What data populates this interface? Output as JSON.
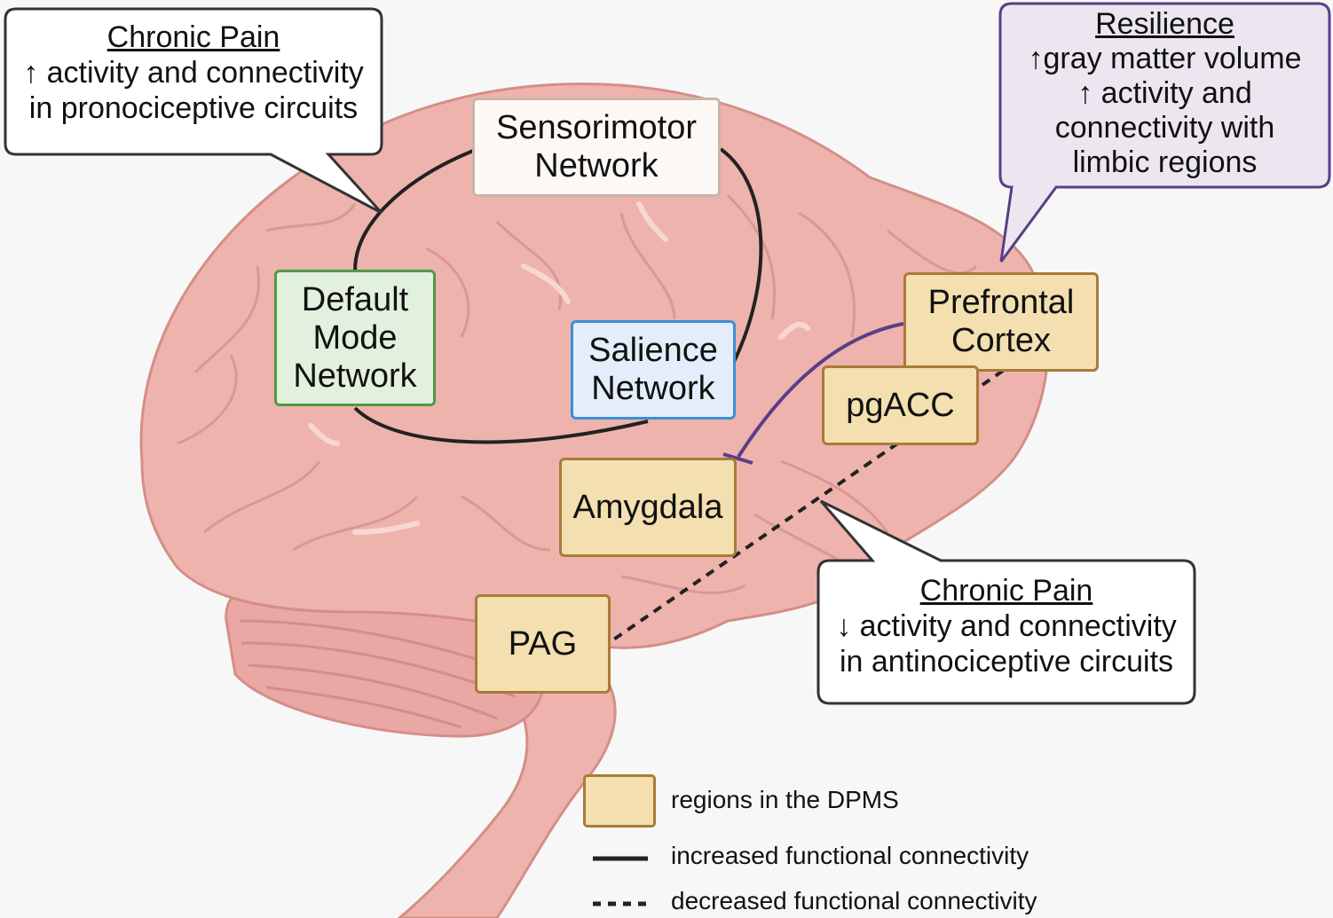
{
  "regions": {
    "sensorimotor": "Sensorimotor\nNetwork",
    "default_mode": "Default\nMode\nNetwork",
    "salience": "Salience\nNetwork",
    "prefrontal": "Prefrontal\nCortex",
    "pgacc": "pgACC",
    "amygdala": "Amygdala",
    "pag": "PAG"
  },
  "callouts": {
    "chronic_pain_top": {
      "title": "Chronic Pain",
      "arrow": "↑",
      "line1": "activity and connectivity",
      "line2": "in pronociceptive circuits"
    },
    "resilience": {
      "title": "Resilience",
      "arrow1": "↑",
      "line1": "gray matter volume",
      "arrow2": "↑",
      "line2": "activity and",
      "line3": "connectivity with",
      "line4": "limbic regions"
    },
    "chronic_pain_bottom": {
      "title": "Chronic Pain",
      "arrow": "↓",
      "line1": "activity and connectivity",
      "line2": "in antinociceptive circuits"
    }
  },
  "legend": {
    "dpms": "regions in the DPMS",
    "increased": "increased functional connectivity",
    "decreased": "decreased functional connectivity"
  },
  "colors": {
    "brain_fill": "#eeb3ad",
    "brain_stroke": "#d48e88",
    "dpms_fill": "#f3dfb0",
    "dpms_border": "#a97b38",
    "resilience_border": "#5a3f86",
    "resilience_fill": "#ebe6f0",
    "inhibition_line": "#5a3f86"
  }
}
